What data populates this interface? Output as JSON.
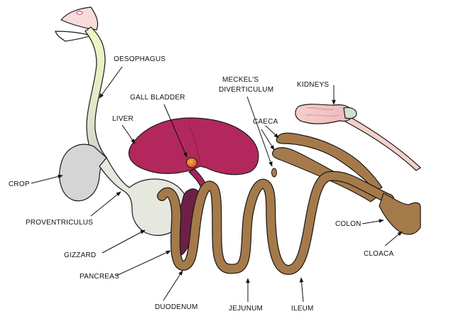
{
  "labels": {
    "oesophagus": "OESOPHAGUS",
    "gall_bladder": "GALL BLADDER",
    "liver": "LIVER",
    "meckels_line1": "MECKEL'S",
    "meckels_line2": "DIVERTICULUM",
    "kidneys": "KIDNEYS",
    "caeca": "CAECA",
    "crop": "CROP",
    "proventriculus": "PROVENTRICULUS",
    "gizzard": "GIZZARD",
    "pancreas": "PANCREAS",
    "duodenum": "DUODENUM",
    "jejunum": "JEJUNUM",
    "ileum": "ILEUM",
    "colon": "COLON",
    "cloaca": "CLOACA"
  },
  "colors": {
    "intestine": "#a57a4a",
    "liver": "#b2285c",
    "pancreas": "#6e1f45",
    "gall_bladder": "#e86a2a",
    "crop_grey": "#d4d4d4",
    "oesophagus_yellow": "#f0f3c8",
    "kidney_pink": "#f3c9c9",
    "beak_pink": "#f7dada"
  }
}
